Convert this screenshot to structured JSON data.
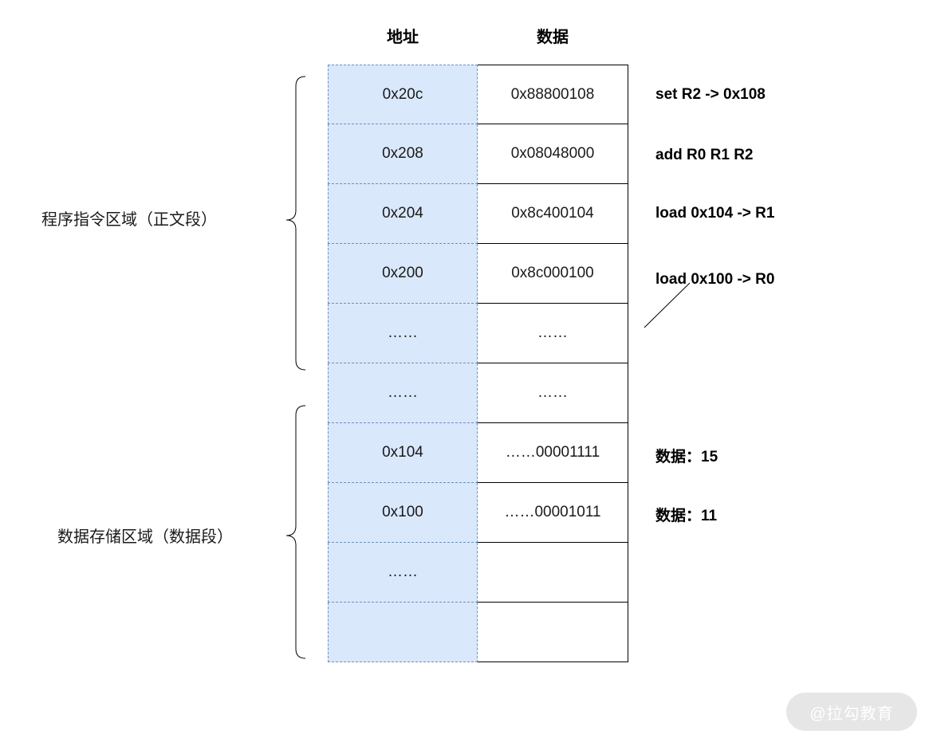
{
  "headers": {
    "address": "地址",
    "data": "数据"
  },
  "rows": [
    {
      "address": "0x20c",
      "data": "0x88800108"
    },
    {
      "address": "0x208",
      "data": "0x08048000"
    },
    {
      "address": "0x204",
      "data": "0x8c400104"
    },
    {
      "address": "0x200",
      "data": "0x8c000100"
    },
    {
      "address": "……",
      "data": "……"
    },
    {
      "address": "……",
      "data": "……"
    },
    {
      "address": "0x104",
      "data": "……00001111"
    },
    {
      "address": "0x100",
      "data": "……00001011"
    },
    {
      "address": "……",
      "data": ""
    },
    {
      "address": "",
      "data": ""
    }
  ],
  "notes": [
    "set R2 -> 0x108",
    "add R0 R1 R2",
    "load 0x104 -> R1",
    "load 0x100 -> R0",
    "数据：15",
    "数据：11"
  ],
  "regions": {
    "code": "程序指令区域（正文段）",
    "data": "数据存储区域（数据段）"
  },
  "watermark": "@拉勾教育"
}
